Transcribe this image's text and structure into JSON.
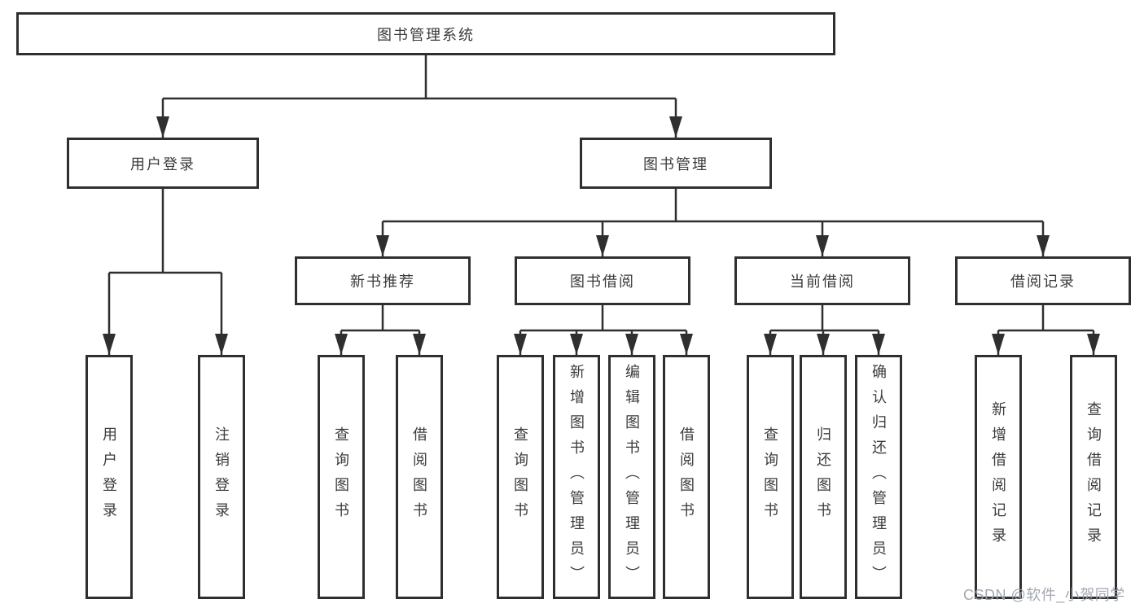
{
  "tree": {
    "label": "图书管理系统",
    "children": [
      {
        "label": "用户登录",
        "children": [
          {
            "label": "用户登录"
          },
          {
            "label": "注销登录"
          }
        ]
      },
      {
        "label": "图书管理",
        "children": [
          {
            "label": "新书推荐",
            "children": [
              {
                "label": "查询图书"
              },
              {
                "label": "借阅图书"
              }
            ]
          },
          {
            "label": "图书借阅",
            "children": [
              {
                "label": "查询图书"
              },
              {
                "label": "新增图书（管理员）"
              },
              {
                "label": "编辑图书（管理员）"
              },
              {
                "label": "借阅图书"
              }
            ]
          },
          {
            "label": "当前借阅",
            "children": [
              {
                "label": "查询图书"
              },
              {
                "label": "归还图书"
              },
              {
                "label": "确认归还（管理员）"
              }
            ]
          },
          {
            "label": "借阅记录",
            "children": [
              {
                "label": "新增借阅记录"
              },
              {
                "label": "查询借阅记录"
              }
            ]
          }
        ]
      }
    ]
  },
  "watermark": "CSDN @软件_小贺同学",
  "colors": {
    "line": "#2f2f2f",
    "box_border": "#2f2f2f",
    "text": "#3b3b3b",
    "watermark": "#9ea3ad",
    "background": "#ffffff"
  }
}
